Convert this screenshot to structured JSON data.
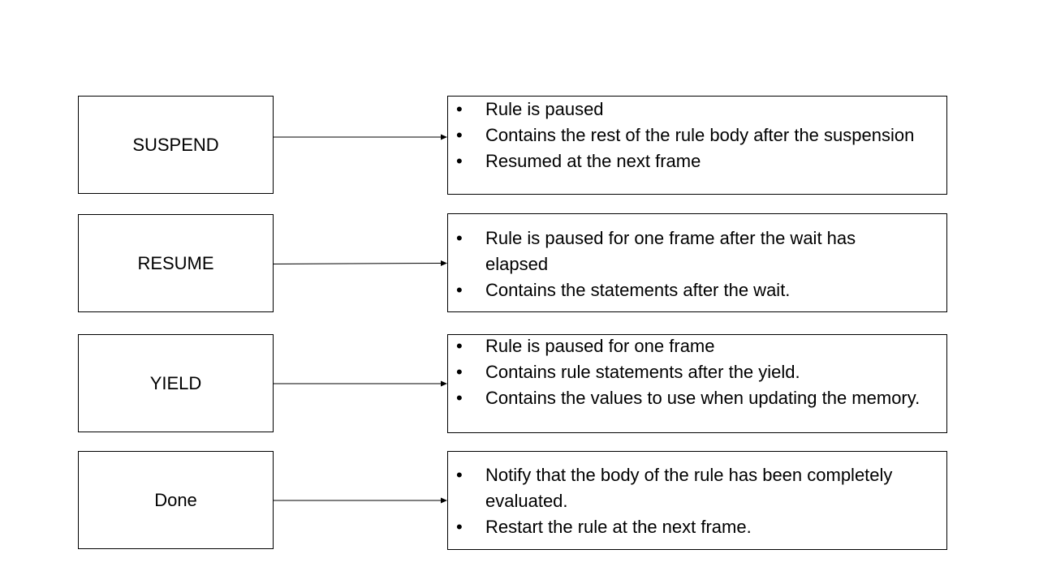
{
  "rows": [
    {
      "state": "SUSPEND",
      "bullets": [
        "Rule is paused",
        "Contains the rest of the rule body after the suspension",
        "Resumed at the next frame"
      ]
    },
    {
      "state": "RESUME",
      "bullets": [
        "Rule is paused for one frame after the wait has elapsed",
        "Contains the statements after the wait."
      ]
    },
    {
      "state": "YIELD",
      "bullets": [
        "Rule is paused for one frame",
        "Contains rule statements after the yield.",
        "Contains the values to use when updating the memory."
      ]
    },
    {
      "state": "Done",
      "bullets": [
        "Notify that the body of the rule has been completely evaluated.",
        "Restart the rule at the next frame."
      ]
    }
  ],
  "colors": {
    "line": "#000000",
    "background": "#ffffff"
  }
}
